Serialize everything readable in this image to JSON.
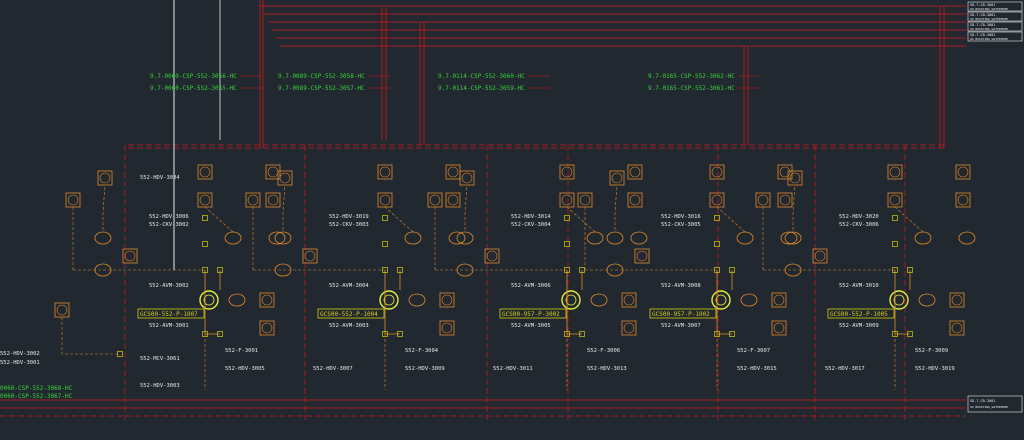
{
  "canvas": {
    "background": "#212830",
    "colors": {
      "process": "#e8e8e8",
      "electrical": "#d01818",
      "instrument": "#e08a2c",
      "pump_ring": "#e4ec3c",
      "green_label": "#3ad23a",
      "tag_box": "#d8d010"
    }
  },
  "top_refs": [
    {
      "l1": "SD-7-CB-3001",
      "l2": "SD BOOSTING_WATERPUMP"
    },
    {
      "l1": "SD-7-CB-3001",
      "l2": "SD BOOSTING_WATERPUMP"
    },
    {
      "l1": "SD-7-CB-3001",
      "l2": "SD BOOSTING_WATERPUMP"
    },
    {
      "l1": "SD-7-CB-3001",
      "l2": "SD BOOSTING_WATERPUMP"
    }
  ],
  "bottom_ref": {
    "l1": "SD-7-CB-3001",
    "l2": "SD BOOSTING_WATERPUMP"
  },
  "line_numbers": [
    {
      "top": "9.7-0060-CSP-552-3056-HC",
      "bottom": "9.7-0060-CSP-552-3055-HC"
    },
    {
      "top": "9.7-0089-CSP-552-3058-HC",
      "bottom": "9.7-0089-CSP-552-3057-HC"
    },
    {
      "top": "9.7-0114-CSP-552-3060-HC",
      "bottom": "9.7-0114-CSP-552-3059-HC"
    },
    {
      "top": "9.7-0165-CSP-552-3062-HC",
      "bottom": "9.7-0165-CSP-552-3061-HC"
    }
  ],
  "left_line_numbers": [
    "0060-CSP-552-3068-HC",
    "0060-CSP-552-3067-HC"
  ],
  "left_tags": [
    "552-HDV-3002",
    "552-HDV-3001"
  ],
  "mcv_tag": "552-MCV-3061",
  "hdv_3003": "552-HDV-3003",
  "hdv_3004": "552-HDV-3004",
  "pumps": [
    {
      "hdv_a": "552-HDV-3006",
      "ckv": "552-CKV-3002",
      "avm_top": "552-AVM-3002",
      "avm_bot": "552-AVM-3001",
      "equip": "GCS00-552-P-1007",
      "psv": "552-F-3001",
      "drain": "552-HDV-3005",
      "drain2": "552-HDV-3007"
    },
    {
      "hdv_a": "552-HDV-3019",
      "ckv": "552-CKV-3003",
      "avm_top": "552-AVM-3004",
      "avm_bot": "552-AVM-3003",
      "equip": "GCS00-552-P-1004",
      "psv": "552-F-3004",
      "drain": "552-HDV-3009",
      "drain2": "552-HDV-3011"
    },
    {
      "hdv_a": "552-HDV-3014",
      "ckv": "552-CKV-3004",
      "avm_top": "552-AVM-3006",
      "avm_bot": "552-AVM-3005",
      "equip": "GCS00-957-P-3002",
      "psv": "552-F-3006",
      "drain": "552-HDV-3013",
      "drain2": ""
    },
    {
      "hdv_a": "552-HDV-3016",
      "ckv": "552-CKV-3005",
      "avm_top": "552-AVM-3008",
      "avm_bot": "552-AVM-3007",
      "equip": "GCS00-957-P-1002",
      "psv": "552-F-3007",
      "drain": "552-HDV-3015",
      "drain2": "552-HDV-3017"
    },
    {
      "hdv_a": "552-HDV-3020",
      "ckv": "552-CKV-3006",
      "avm_top": "552-AVM-3010",
      "avm_bot": "552-AVM-3009",
      "equip": "GCS00-552-P-1005",
      "psv": "552-F-3009",
      "drain": "552-HDV-3019",
      "drain2": ""
    }
  ]
}
